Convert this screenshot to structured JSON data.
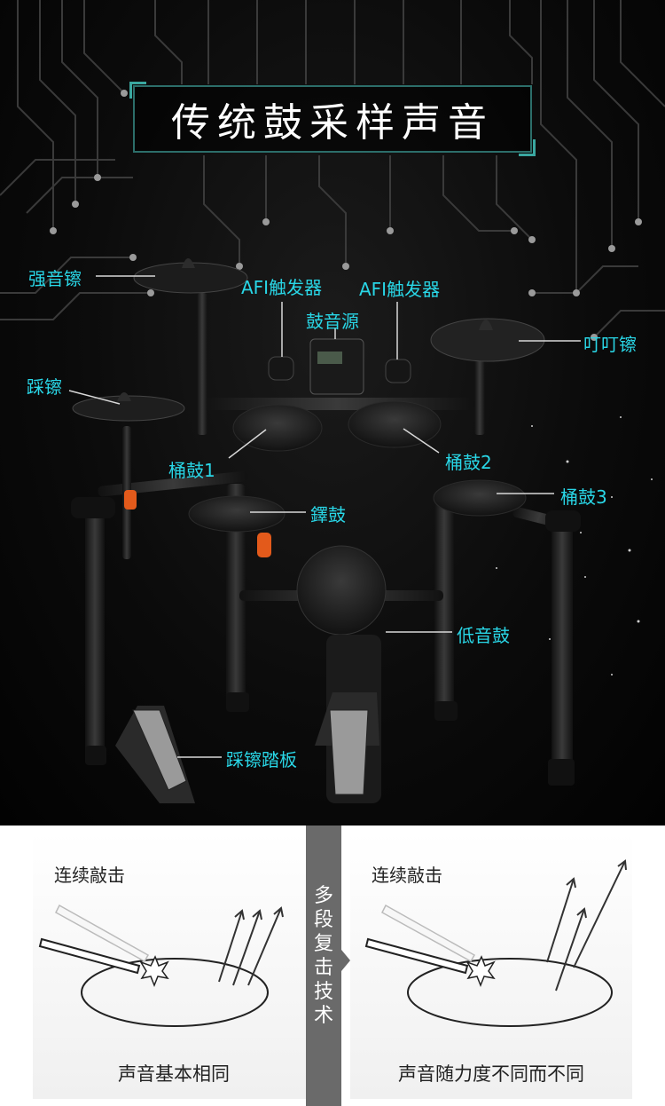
{
  "title": "传统鼓采样声音",
  "labels": {
    "crash": "强音镲",
    "hihat": "踩镲",
    "afi_left": "AFI触发器",
    "afi_right": "AFI触发器",
    "module": "鼓音源",
    "ride": "叮叮镲",
    "tom1": "桶鼓1",
    "tom2": "桶鼓2",
    "tom3": "桶鼓3",
    "snare": "鐸鼓",
    "kick": "低音鼓",
    "hihat_pedal": "踩镲踏板"
  },
  "comparison": {
    "divider": [
      "多",
      "段",
      "复",
      "击",
      "技",
      "术"
    ],
    "left": {
      "top": "连续敲击",
      "bottom": "声音基本相同"
    },
    "right": {
      "top": "连续敲击",
      "bottom": "声音随力度不同而不同"
    }
  },
  "colors": {
    "accent": "#29d6e6",
    "title_border": "#2c6e6a",
    "divider": "#6a6a6a"
  }
}
